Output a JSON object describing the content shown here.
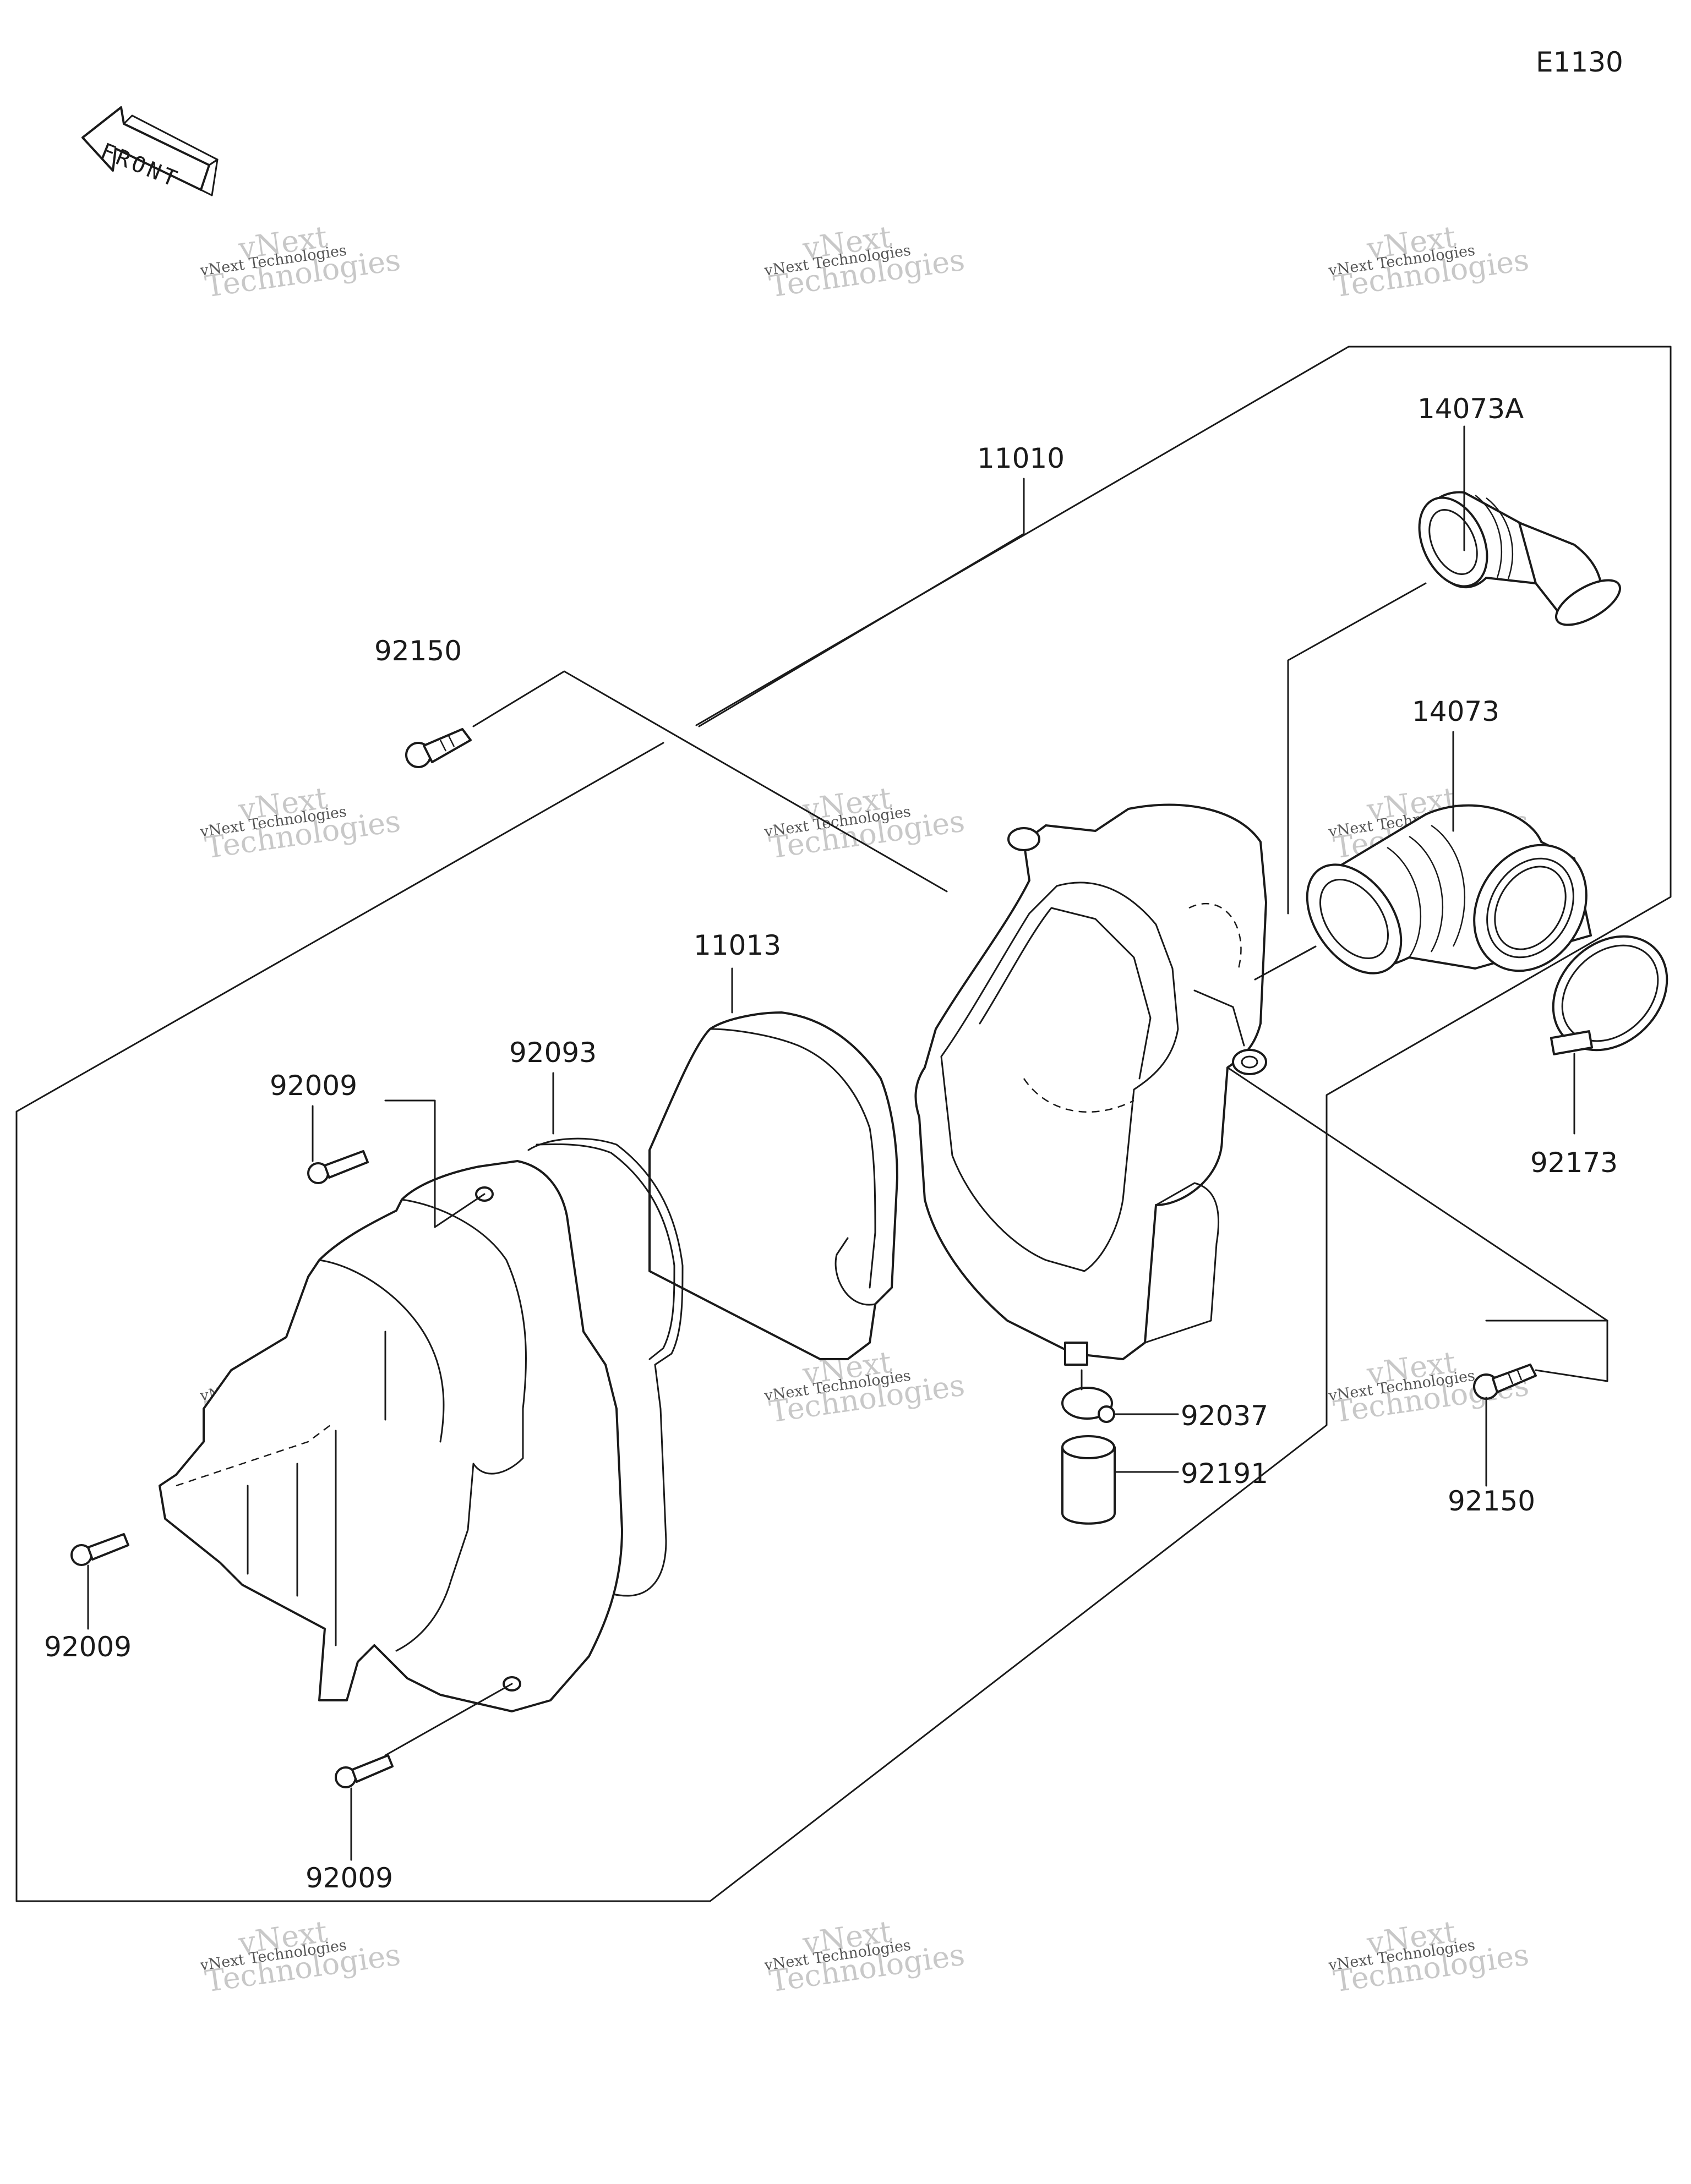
{
  "diagram": {
    "code": "E1130",
    "front_label": "FRONT",
    "watermark": {
      "line1": "vNext Technologies",
      "line2": "Technologies",
      "line3": "vNext"
    },
    "parts": [
      {
        "id": "11010",
        "label": "11010"
      },
      {
        "id": "14073A",
        "label": "14073A"
      },
      {
        "id": "14073",
        "label": "14073"
      },
      {
        "id": "92150a",
        "label": "92150"
      },
      {
        "id": "92150b",
        "label": "92150"
      },
      {
        "id": "11013",
        "label": "11013"
      },
      {
        "id": "92093",
        "label": "92093"
      },
      {
        "id": "92009a",
        "label": "92009"
      },
      {
        "id": "92009b",
        "label": "92009"
      },
      {
        "id": "92009c",
        "label": "92009"
      },
      {
        "id": "92173",
        "label": "92173"
      },
      {
        "id": "92037",
        "label": "92037"
      },
      {
        "id": "92191",
        "label": "92191"
      }
    ]
  }
}
